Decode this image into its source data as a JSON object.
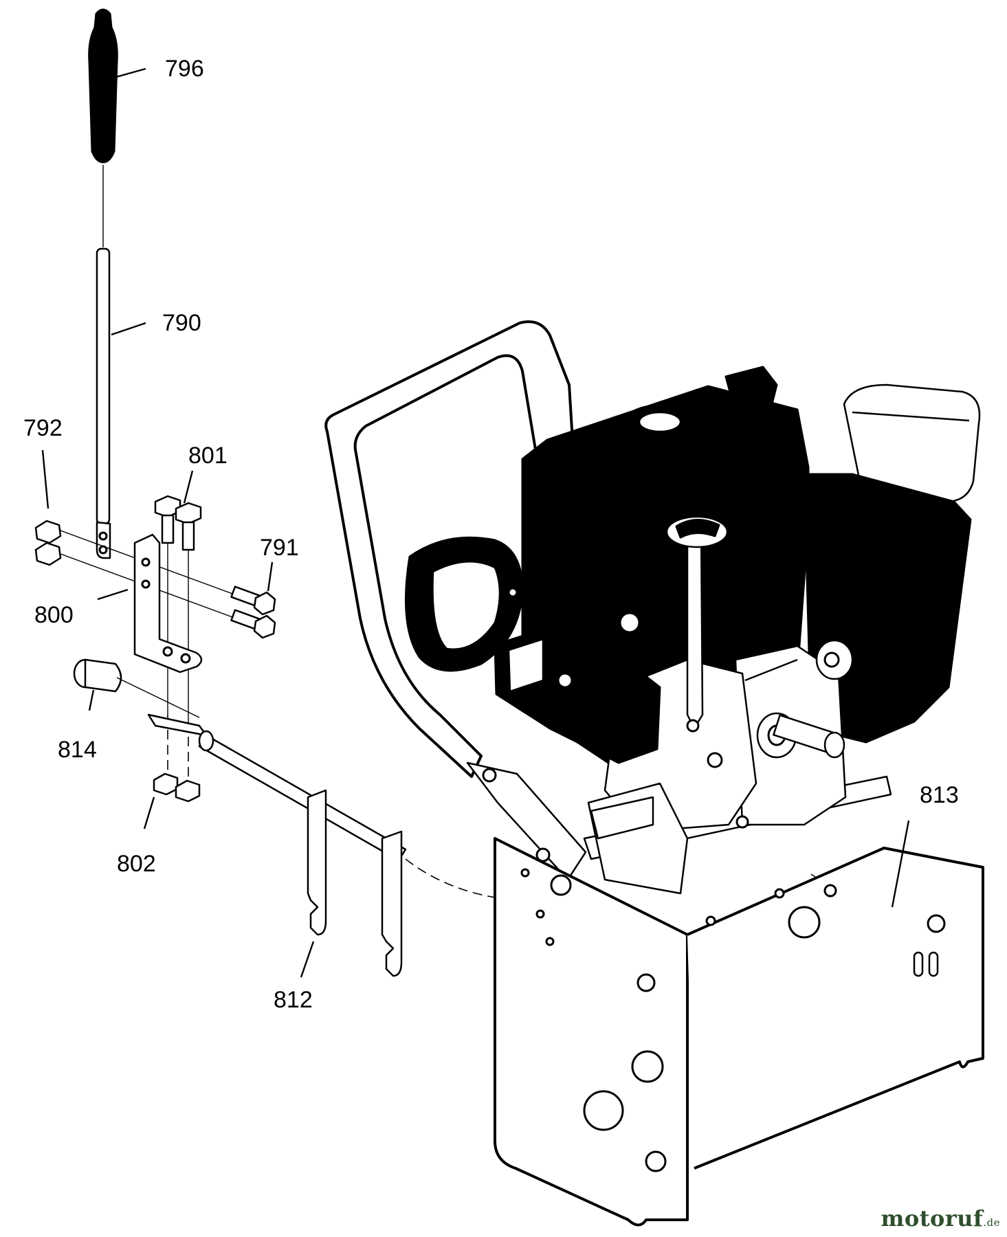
{
  "diagram": {
    "parts": [
      {
        "id": "796",
        "label": "796"
      },
      {
        "id": "790",
        "label": "790"
      },
      {
        "id": "792",
        "label": "792"
      },
      {
        "id": "801",
        "label": "801"
      },
      {
        "id": "791",
        "label": "791"
      },
      {
        "id": "800",
        "label": "800"
      },
      {
        "id": "814",
        "label": "814"
      },
      {
        "id": "802",
        "label": "802"
      },
      {
        "id": "812",
        "label": "812"
      },
      {
        "id": "813",
        "label": "813"
      }
    ]
  },
  "watermark": {
    "brand": "motoruf",
    "tld": ".de"
  },
  "colors": {
    "line": "#000000",
    "background": "#ffffff",
    "watermark_text": "#2f4f2f",
    "watermark_accent": "#d99a1a"
  }
}
